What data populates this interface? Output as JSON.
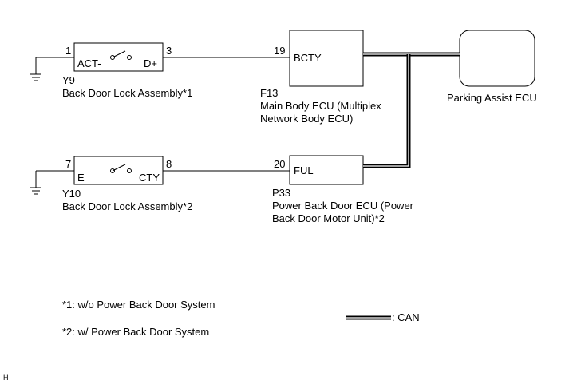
{
  "components": {
    "y9": {
      "pin_left": "1",
      "pin_right": "3",
      "label_left": "ACT-",
      "label_right": "D+",
      "code": "Y9",
      "name": "Back Door Lock Assembly*1"
    },
    "y10": {
      "pin_left": "7",
      "pin_right": "8",
      "label_left": "E",
      "label_right": "CTY",
      "code": "Y10",
      "name": "Back Door Lock Assembly*2"
    },
    "f13": {
      "pin": "19",
      "terminal": "BCTY",
      "code": "F13",
      "name_line1": "Main Body ECU (Multiplex",
      "name_line2": "Network Body ECU)"
    },
    "p33": {
      "pin": "20",
      "terminal": "FUL",
      "code": "P33",
      "name_line1": "Power Back Door ECU (Power",
      "name_line2": "Back Door Motor Unit)*2"
    },
    "parking_ecu": {
      "name": "Parking Assist ECU"
    }
  },
  "notes": {
    "note1": "*1: w/o Power Back Door System",
    "note2": "*2: w/ Power Back Door System"
  },
  "legend": {
    "can_label": ": CAN"
  },
  "corner_mark": "H"
}
